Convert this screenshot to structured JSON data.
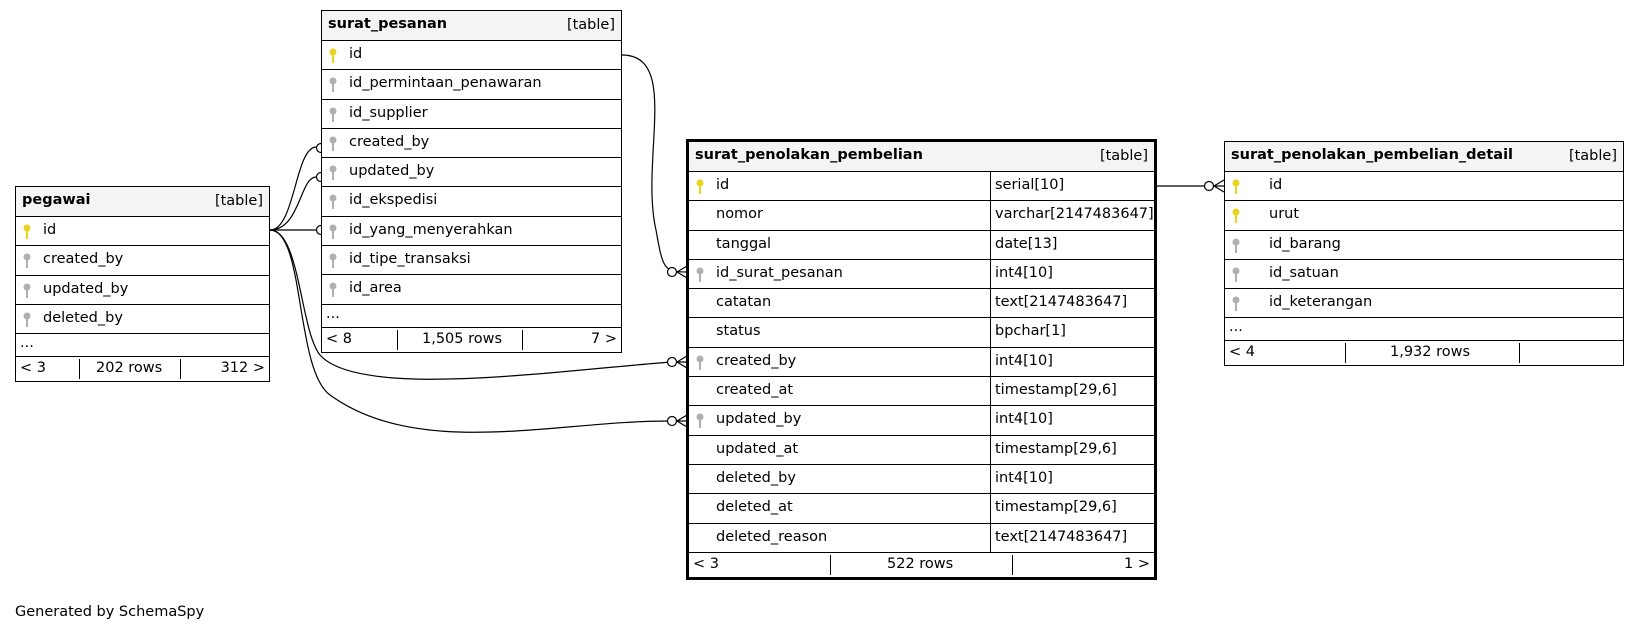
{
  "tables": {
    "pegawai": {
      "name": "pegawai",
      "kind": "[table]",
      "columns": [
        "id",
        "created_by",
        "updated_by",
        "deleted_by"
      ],
      "more": "...",
      "parents": "< 3",
      "rows": "202 rows",
      "children": "312 >"
    },
    "surat_pesanan": {
      "name": "surat_pesanan",
      "kind": "[table]",
      "columns": [
        "id",
        "id_permintaan_penawaran",
        "id_supplier",
        "created_by",
        "updated_by",
        "id_ekspedisi",
        "id_yang_menyerahkan",
        "id_tipe_transaksi",
        "id_area"
      ],
      "more": "...",
      "parents": "< 8",
      "rows": "1,505 rows",
      "children": "7 >"
    },
    "surat_penolakan_pembelian": {
      "name": "surat_penolakan_pembelian",
      "kind": "[table]",
      "columns": [
        "id",
        "nomor",
        "tanggal",
        "id_surat_pesanan",
        "catatan",
        "status",
        "created_by",
        "created_at",
        "updated_by",
        "updated_at",
        "deleted_by",
        "deleted_at",
        "deleted_reason"
      ],
      "types": [
        "serial[10]",
        "varchar[2147483647]",
        "date[13]",
        "int4[10]",
        "text[2147483647]",
        "bpchar[1]",
        "int4[10]",
        "timestamp[29,6]",
        "int4[10]",
        "timestamp[29,6]",
        "int4[10]",
        "timestamp[29,6]",
        "text[2147483647]"
      ],
      "parents": "< 3",
      "rows": "522 rows",
      "children": "1 >"
    },
    "surat_penolakan_pembelian_detail": {
      "name": "surat_penolakan_pembelian_detail",
      "kind": "[table]",
      "columns": [
        "id",
        "urut",
        "id_barang",
        "id_satuan",
        "id_keterangan"
      ],
      "more": "...",
      "parents": "< 4",
      "rows": "1,932 rows",
      "children": ""
    }
  },
  "key_colors": {
    "primary": "#e8d51b",
    "foreign": "#b0b0b0"
  },
  "footer": "Generated by SchemaSpy"
}
